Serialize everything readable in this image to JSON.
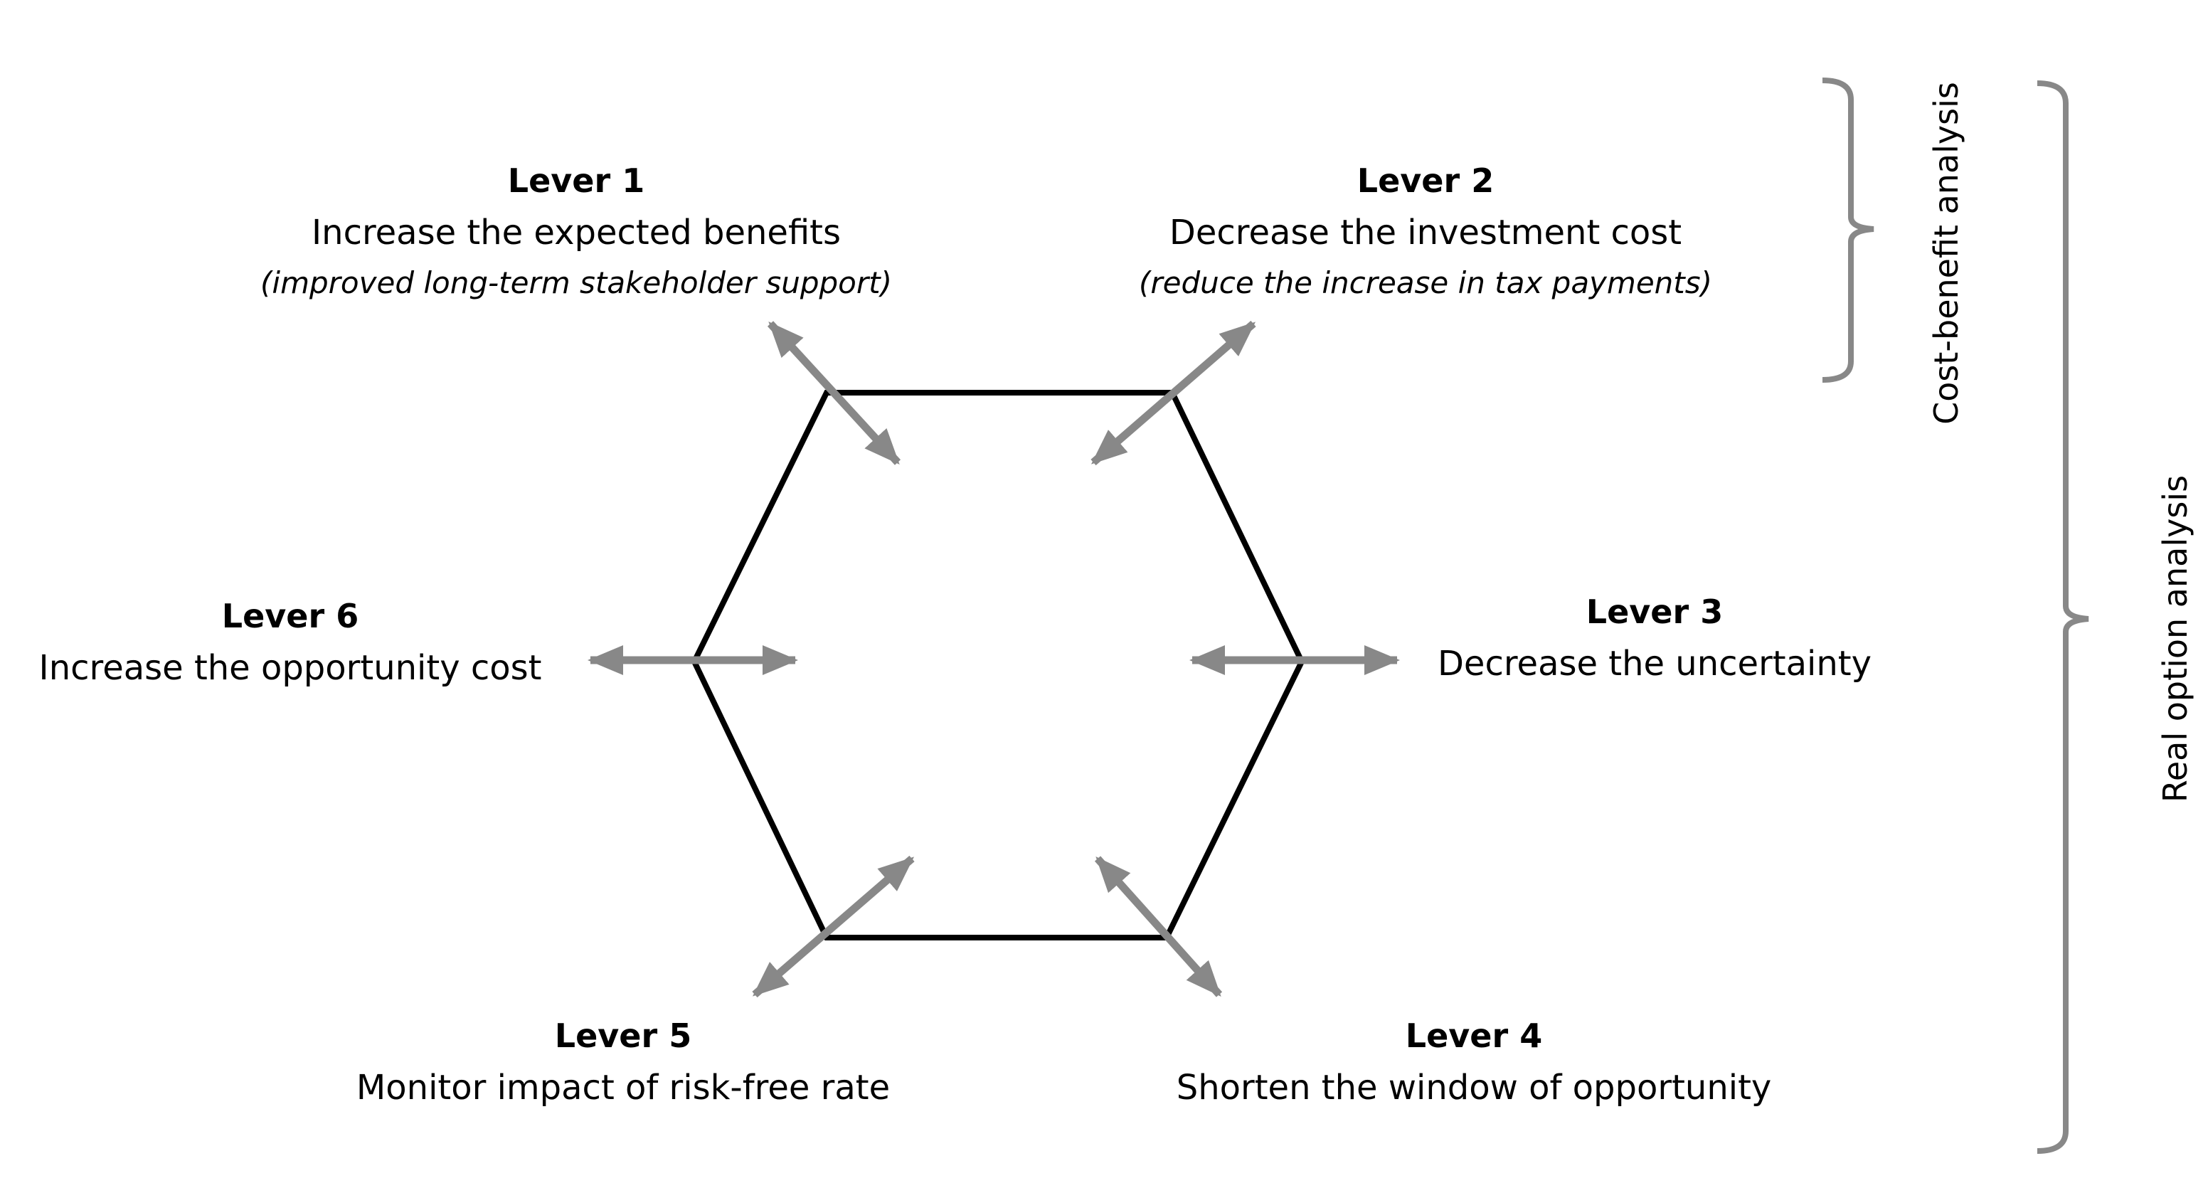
{
  "levers": [
    {
      "title": "Lever 1",
      "description": "Increase the expected benefits",
      "note": "(improved long-term stakeholder support)"
    },
    {
      "title": "Lever 2",
      "description": "Decrease the investment cost",
      "note": "(reduce the increase in tax payments)"
    },
    {
      "title": "Lever 3",
      "description": "Decrease the uncertainty"
    },
    {
      "title": "Lever 4",
      "description": "Shorten the window of opportunity"
    },
    {
      "title": "Lever 5",
      "description": "Monitor impact of risk-free rate"
    },
    {
      "title": "Lever 6",
      "description": "Increase the opportunity cost"
    }
  ],
  "brackets": {
    "cost_benefit": "Cost-benefit analysis",
    "real_option": "Real option analysis"
  },
  "colors": {
    "hexagon": "#000000",
    "arrows": "#888888",
    "brackets": "#888888"
  }
}
